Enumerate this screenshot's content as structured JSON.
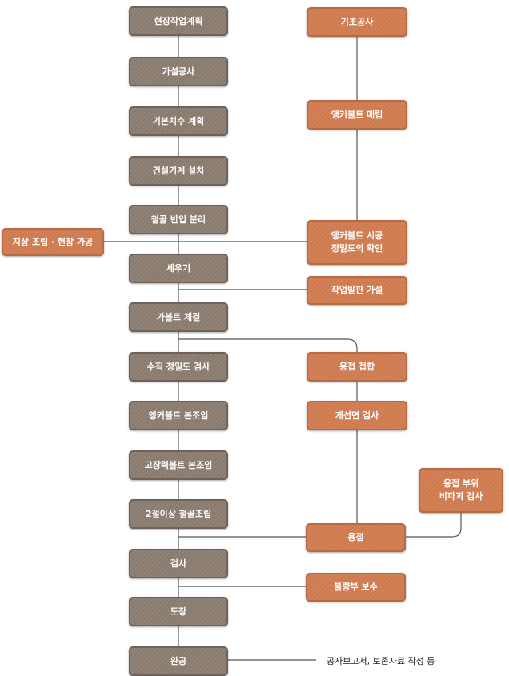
{
  "main_steps": [
    "현장작업계획",
    "가설공사",
    "기본치수 계획",
    "건설기계 설치",
    "철골 반입 분리",
    "세우기",
    "가볼트 체결",
    "수직 정밀도 검사",
    "앵커볼트 본조임",
    "고장력볼트 본조임",
    "2절이상 철골조립",
    "검사",
    "도장",
    "완공"
  ],
  "side_steps": {
    "foundation": "기초공사",
    "anchor_bolt_embed": "앵커볼트 매립",
    "anchor_bolt_precision": "앵커볼트 시공\n정밀도의 확인",
    "ground_assembly": "지상 조립 · 현장 가공",
    "scaffold": "작업발판 가설",
    "weld_joint": "용접 접합",
    "groove_inspection": "개선면 검사",
    "ndt": "용접 부위\n비파괴 검사",
    "welding": "용접",
    "defect_repair": "불량부 보수"
  },
  "completion_note": "공사보고서, 보존자료 작성 등",
  "colors": {
    "main_box": "#8a7b6f",
    "side_box": "#cf7a4f",
    "line": "#555555"
  }
}
